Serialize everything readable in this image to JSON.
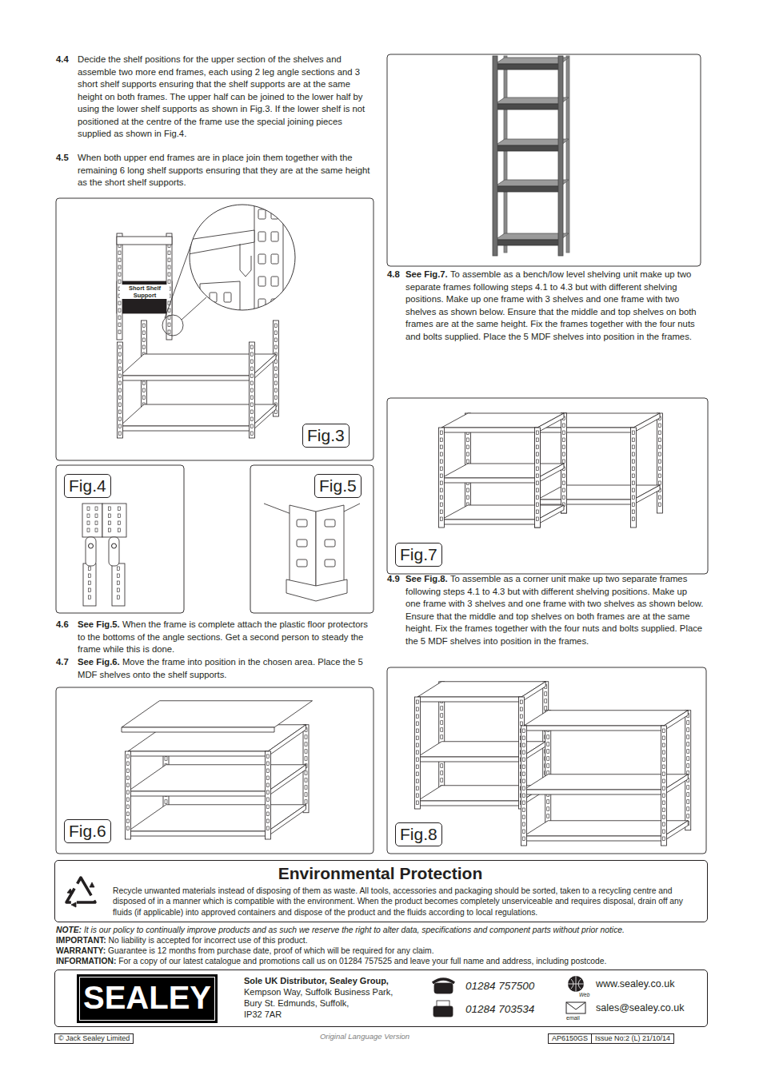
{
  "diagram": {
    "nodes": [
      {
        "text": [
          "Fig.3"
        ]
      },
      {
        "text": [
          "Fig.4"
        ]
      },
      {
        "text": [
          "Fig.5"
        ]
      },
      {
        "text": [
          "Fig.6"
        ]
      },
      {
        "text": [
          "Fig.7"
        ]
      },
      {
        "text": [
          "Fig.8"
        ]
      },
      {
        "text": [
          "Environmental Protection",
          "Recycle unwanted materials instead of disposing of them as waste. All tools, accessories and packaging should be sorted, taken to a recycling centre and disposed of in a manner which is compatible with the environment. When the product becomes completely unserviceable and requires disposal, drain off any fluids (if applicable) into approved containers and dispose of the product and the fluids according to local regulations."
        ]
      },
      {
        "text": [
          "Sole UK Distributor, Sealey Group,",
          "Kempson Way, Suffolk Business Park,",
          "Bury St. Edmunds, Suffolk,",
          "IP32 7AR",
          "01284 757500",
          "01284 703534",
          "www.sealey.co.uk",
          "sales@sealey.co.uk"
        ]
      },
      {
        "text": [
          "SEALEY"
        ],
        "in": 7
      },
      {
        "text": [
          "© Jack Sealey Limited"
        ]
      },
      {
        "text": [
          "AP6150GS"
        ]
      },
      {
        "text": [
          "Issue No:2 (L)  21/10/14"
        ]
      }
    ],
    "labels": [
      "4.4",
      "Decide the shelf positions for the upper section of the shelves and assemble two more end frames, each using 2 leg angle sections and 3 short shelf supports ensuring that the shelf supports are at the same height on both frames. The upper half can be joined to the lower half by using the lower shelf supports as shown in Fig.3. If the lower shelf is not positioned at the centre of the frame use the special joining pieces supplied as shown in Fig.4.",
      "4.5",
      "When both upper end frames are in place join them together with the remaining 6 long shelf supports ensuring that they are at the same height as the short shelf supports.",
      "Short Shelf Support",
      "4.6",
      "See Fig.5.",
      "When the frame is complete attach the plastic floor protectors to the bottoms of the angle sections. Get a second person to steady the frame while this is done.",
      "4.7",
      "See Fig.6.",
      "Move the frame into position in the chosen area. Place the 5 MDF shelves onto the shelf supports.",
      "4.8",
      "See Fig.7.",
      "To assemble as a bench/low level shelving unit make up two separate frames following steps 4.1 to 4.3 but with different shelving positions. Make up one frame with 3 shelves and one frame with two shelves as shown below. Ensure that the middle and top shelves on both frames are at the same height. Fix the frames together with the four nuts and bolts supplied. Place the 5 MDF shelves into position in the frames.",
      "4.9",
      "See Fig.8.",
      "To assemble as a corner unit make up two separate frames following steps 4.1 to 4.3 but with different shelving positions. Make up one frame with 3 shelves and one frame with two shelves as shown below. Ensure that the middle and top shelves on both frames are at the same height. Fix the frames together with the four nuts and bolts supplied. Place the 5 MDF shelves into position in the frames.",
      "NOTE:",
      "It is our policy to continually improve products and as such we reserve the right to alter data, specifications and component parts without prior notice.",
      "IMPORTANT:",
      "No liability is accepted for incorrect use of this product.",
      "WARRANTY:",
      "Guarantee is 12 months from purchase date, proof of which will be required for any claim.",
      "INFORMATION:",
      "For a copy of our latest catalogue and promotions call us on 01284 757525 and leave your full name and address, including postcode.",
      "Web",
      "email",
      "Original Language Version"
    ]
  }
}
